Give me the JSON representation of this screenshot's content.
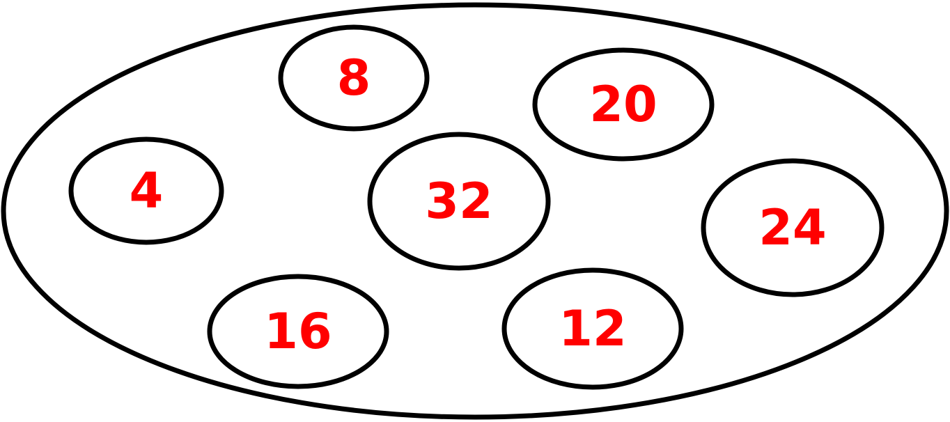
{
  "diagram": {
    "number_color": "#ff0000",
    "outline_color": "#000000",
    "elements": [
      {
        "id": "eight",
        "label": "8"
      },
      {
        "id": "twenty",
        "label": "20"
      },
      {
        "id": "four",
        "label": "4"
      },
      {
        "id": "thirty-two",
        "label": "32"
      },
      {
        "id": "twenty-four",
        "label": "24"
      },
      {
        "id": "sixteen",
        "label": "16"
      },
      {
        "id": "twelve",
        "label": "12"
      }
    ]
  }
}
